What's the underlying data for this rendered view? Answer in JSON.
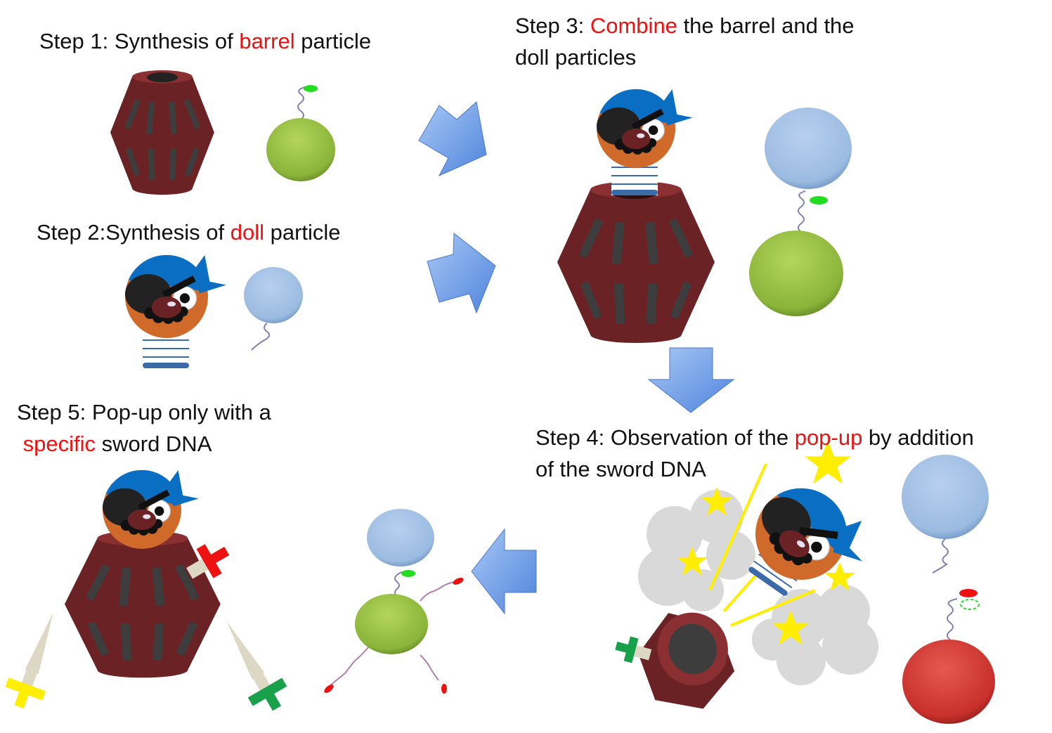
{
  "steps": [
    {
      "id": "step1",
      "prefix": "Step 1: Synthesis of ",
      "highlight": "barrel",
      "suffix": " particle"
    },
    {
      "id": "step2",
      "prefix": "Step 2:Synthesis of ",
      "highlight": "doll",
      "suffix": " particle"
    },
    {
      "id": "step3",
      "prefix": "Step 3: ",
      "highlight": "Combine",
      "suffix": " the barrel and the",
      "line2": "doll particles"
    },
    {
      "id": "step4",
      "prefix": "Step 4: Observation of the ",
      "highlight": "pop-up",
      "suffix": " by addition",
      "line2": "of the sword DNA"
    },
    {
      "id": "step5",
      "line1": "Step 5: Pop-up only with a",
      "highlight": "specific",
      "suffix": " sword DNA"
    }
  ],
  "colors": {
    "highlight": "#ee1111",
    "barrel": "#6b2224",
    "bandana": "#0a6fc2",
    "face": "#cf6a2a",
    "green_ball": "#8ab43a",
    "blue_ball": "#9bbbe0",
    "red_ball": "#c8302c",
    "arrow": "#6f9fe8",
    "star": "#ffee00",
    "cloud": "#d9d9d9"
  }
}
